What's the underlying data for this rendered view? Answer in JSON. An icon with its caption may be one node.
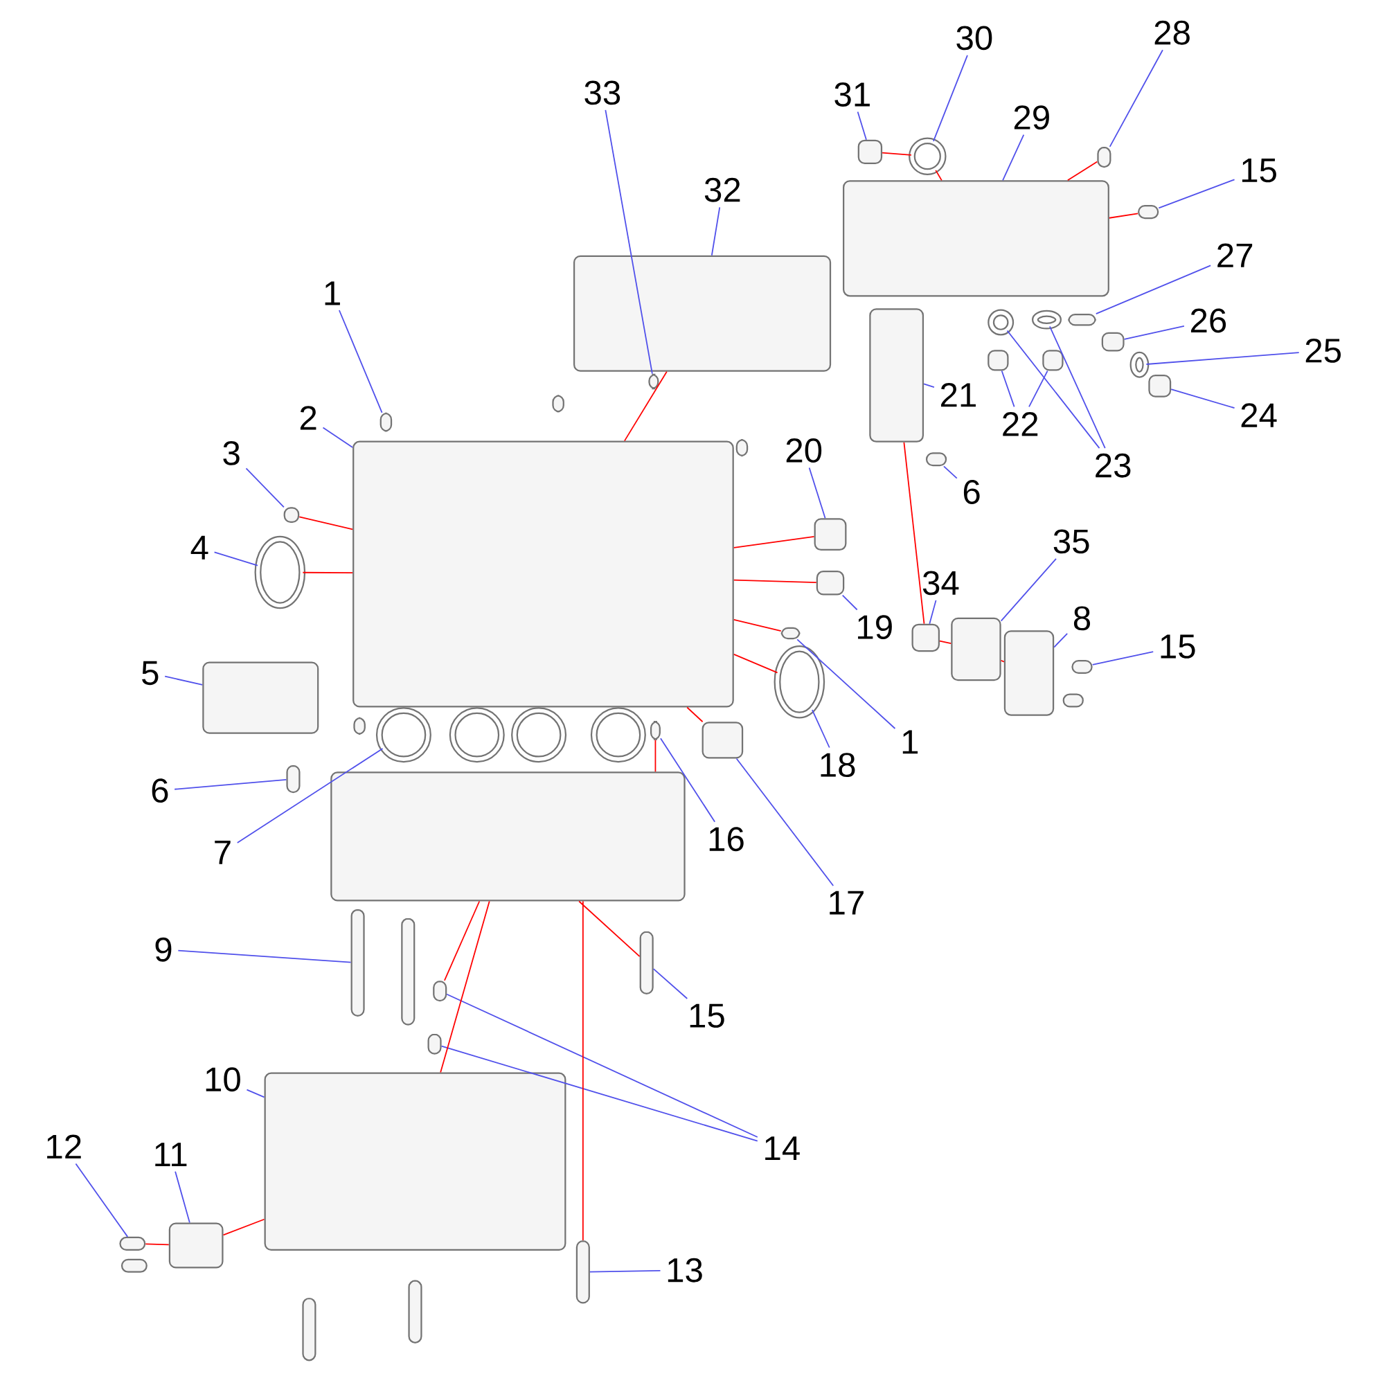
{
  "diagram": {
    "nodes": [
      {
        "text": [
          "1"
        ]
      },
      {
        "text": [],
        "shape": "box"
      },
      {
        "text": [
          "2"
        ]
      },
      {
        "text": [],
        "shape": "box"
      },
      {
        "text": [
          "3"
        ]
      },
      {
        "text": [],
        "shape": "box"
      },
      {
        "text": [
          "4"
        ]
      },
      {
        "text": [],
        "shape": "circle"
      },
      {
        "text": [
          "5"
        ]
      },
      {
        "text": [],
        "shape": "box"
      },
      {
        "text": [
          "6"
        ]
      },
      {
        "text": [],
        "shape": "box"
      },
      {
        "text": [
          "7"
        ]
      },
      {
        "text": [],
        "shape": "circle"
      },
      {
        "text": [
          "9"
        ]
      },
      {
        "text": [],
        "shape": "box"
      },
      {
        "text": [
          "10"
        ]
      },
      {
        "text": [],
        "shape": "box"
      },
      {
        "text": [
          "11"
        ]
      },
      {
        "text": [],
        "shape": "box"
      },
      {
        "text": [
          "12"
        ]
      },
      {
        "text": [],
        "shape": "box"
      },
      {
        "text": [
          "13"
        ]
      },
      {
        "text": [],
        "shape": "box"
      },
      {
        "text": [
          "14"
        ]
      },
      {
        "text": [],
        "shape": "box"
      },
      {
        "text": [],
        "shape": "box"
      },
      {
        "text": [
          "15"
        ]
      },
      {
        "text": [],
        "shape": "box"
      },
      {
        "text": [
          "15"
        ]
      },
      {
        "text": [],
        "shape": "box"
      },
      {
        "text": [
          "15"
        ]
      },
      {
        "text": [],
        "shape": "box"
      },
      {
        "text": [
          "16"
        ]
      },
      {
        "text": [],
        "shape": "box"
      },
      {
        "text": [
          "17"
        ]
      },
      {
        "text": [],
        "shape": "box"
      },
      {
        "text": [
          "18"
        ]
      },
      {
        "text": [],
        "shape": "circle"
      },
      {
        "text": [
          "19"
        ]
      },
      {
        "text": [],
        "shape": "box"
      },
      {
        "text": [
          "20"
        ]
      },
      {
        "text": [],
        "shape": "box"
      },
      {
        "text": [
          "1"
        ]
      },
      {
        "text": [],
        "shape": "box"
      },
      {
        "text": [
          "21"
        ]
      },
      {
        "text": [],
        "shape": "box"
      },
      {
        "text": [
          "22"
        ]
      },
      {
        "text": [],
        "shape": "box"
      },
      {
        "text": [],
        "shape": "box"
      },
      {
        "text": [
          "23"
        ]
      },
      {
        "text": [],
        "shape": "circle"
      },
      {
        "text": [],
        "shape": "circle"
      },
      {
        "text": [
          "24"
        ]
      },
      {
        "text": [],
        "shape": "box"
      },
      {
        "text": [
          "25"
        ]
      },
      {
        "text": [],
        "shape": "circle"
      },
      {
        "text": [
          "26"
        ]
      },
      {
        "text": [],
        "shape": "box"
      },
      {
        "text": [
          "27"
        ]
      },
      {
        "text": [],
        "shape": "box"
      },
      {
        "text": [
          "28"
        ]
      },
      {
        "text": [],
        "shape": "box"
      },
      {
        "text": [
          "29"
        ]
      },
      {
        "text": [],
        "shape": "box"
      },
      {
        "text": [
          "30"
        ]
      },
      {
        "text": [],
        "shape": "circle"
      },
      {
        "text": [
          "31"
        ]
      },
      {
        "text": [],
        "shape": "box"
      },
      {
        "text": [
          "32"
        ]
      },
      {
        "text": [],
        "shape": "box"
      },
      {
        "text": [
          "33"
        ]
      },
      {
        "text": [],
        "shape": "box"
      },
      {
        "text": [
          "34"
        ]
      },
      {
        "text": [],
        "shape": "box"
      },
      {
        "text": [
          "35"
        ]
      },
      {
        "text": [],
        "shape": "box"
      },
      {
        "text": [
          "8"
        ]
      },
      {
        "text": [],
        "shape": "box"
      },
      {
        "text": [
          "6"
        ]
      },
      {
        "text": [],
        "shape": "box"
      },
      {
        "text": [],
        "shape": "box"
      },
      {
        "text": [],
        "shape": "circle"
      },
      {
        "text": [],
        "shape": "circle"
      },
      {
        "text": [],
        "shape": "circle"
      },
      {
        "text": [],
        "shape": "box"
      },
      {
        "text": [],
        "shape": "box"
      },
      {
        "text": [],
        "shape": "box"
      },
      {
        "text": [],
        "shape": "box"
      },
      {
        "text": [],
        "shape": "box"
      },
      {
        "text": [],
        "shape": "box"
      },
      {
        "text": [],
        "shape": "box"
      },
      {
        "text": [],
        "shape": "box"
      }
    ],
    "edges": [
      {
        "from": 0,
        "to": 1,
        "arrow": "none"
      },
      {
        "from": 2,
        "to": 3,
        "arrow": "none"
      },
      {
        "from": 4,
        "to": 5,
        "arrow": "none"
      },
      {
        "from": 6,
        "to": 7,
        "arrow": "none"
      },
      {
        "from": 8,
        "to": 9,
        "arrow": "none"
      },
      {
        "from": 10,
        "to": 11,
        "arrow": "none"
      },
      {
        "from": 12,
        "to": 13,
        "arrow": "none"
      },
      {
        "from": 14,
        "to": 15,
        "arrow": "none"
      },
      {
        "from": 16,
        "to": 17,
        "arrow": "none"
      },
      {
        "from": 18,
        "to": 19,
        "arrow": "none"
      },
      {
        "from": 20,
        "to": 21,
        "arrow": "none"
      },
      {
        "from": 22,
        "to": 23,
        "arrow": "none"
      },
      {
        "from": 24,
        "to": 25,
        "arrow": "none"
      },
      {
        "from": 24,
        "to": 26,
        "arrow": "none"
      },
      {
        "from": 27,
        "to": 28,
        "arrow": "none"
      },
      {
        "from": 29,
        "to": 30,
        "arrow": "none"
      },
      {
        "from": 31,
        "to": 32,
        "arrow": "none"
      },
      {
        "from": 33,
        "to": 34,
        "arrow": "none"
      },
      {
        "from": 35,
        "to": 36,
        "arrow": "none"
      },
      {
        "from": 37,
        "to": 38,
        "arrow": "none"
      },
      {
        "from": 39,
        "to": 40,
        "arrow": "none"
      },
      {
        "from": 41,
        "to": 42,
        "arrow": "none"
      },
      {
        "from": 43,
        "to": 44,
        "arrow": "none"
      },
      {
        "from": 45,
        "to": 46,
        "arrow": "none"
      },
      {
        "from": 47,
        "to": 48,
        "arrow": "none"
      },
      {
        "from": 47,
        "to": 49,
        "arrow": "none"
      },
      {
        "from": 50,
        "to": 51,
        "arrow": "none"
      },
      {
        "from": 50,
        "to": 52,
        "arrow": "none"
      },
      {
        "from": 53,
        "to": 54,
        "arrow": "none"
      },
      {
        "from": 55,
        "to": 56,
        "arrow": "none"
      },
      {
        "from": 57,
        "to": 58,
        "arrow": "none"
      },
      {
        "from": 59,
        "to": 60,
        "arrow": "none"
      },
      {
        "from": 61,
        "to": 62,
        "arrow": "none"
      },
      {
        "from": 63,
        "to": 64,
        "arrow": "none"
      },
      {
        "from": 65,
        "to": 66,
        "arrow": "none"
      },
      {
        "from": 67,
        "to": 68,
        "arrow": "none"
      },
      {
        "from": 69,
        "to": 70,
        "arrow": "none"
      },
      {
        "from": 71,
        "to": 72,
        "arrow": "none"
      },
      {
        "from": 73,
        "to": 74,
        "arrow": "none"
      },
      {
        "from": 75,
        "to": 76,
        "arrow": "none"
      },
      {
        "from": 77,
        "to": 78,
        "arrow": "none"
      },
      {
        "from": 79,
        "to": 80,
        "arrow": "none"
      },
      {
        "from": 5,
        "to": 3,
        "arrow": "none",
        "color": "#ff0000"
      },
      {
        "from": 7,
        "to": 3,
        "arrow": "none",
        "color": "#ff0000"
      },
      {
        "from": 3,
        "to": 70,
        "arrow": "none",
        "color": "#ff0000"
      },
      {
        "from": 42,
        "to": 3,
        "arrow": "none",
        "color": "#ff0000"
      },
      {
        "from": 40,
        "to": 3,
        "arrow": "none",
        "color": "#ff0000"
      },
      {
        "from": 44,
        "to": 3,
        "arrow": "none",
        "color": "#ff0000"
      },
      {
        "from": 38,
        "to": 3,
        "arrow": "none",
        "color": "#ff0000"
      },
      {
        "from": 36,
        "to": 3,
        "arrow": "none",
        "color": "#ff0000"
      },
      {
        "from": 34,
        "to": 81,
        "arrow": "none",
        "color": "#ff0000"
      },
      {
        "from": 81,
        "to": 32,
        "arrow": "none",
        "color": "#ff0000"
      },
      {
        "from": 81,
        "to": 17,
        "arrow": "none",
        "color": "#ff0000"
      },
      {
        "from": 81,
        "to": 23,
        "arrow": "none",
        "color": "#ff0000"
      },
      {
        "from": 81,
        "to": 25,
        "arrow": "none",
        "color": "#ff0000"
      },
      {
        "from": 68,
        "to": 66,
        "arrow": "none",
        "color": "#ff0000"
      },
      {
        "from": 66,
        "to": 64,
        "arrow": "none",
        "color": "#ff0000"
      },
      {
        "from": 62,
        "to": 64,
        "arrow": "none",
        "color": "#ff0000"
      },
      {
        "from": 28,
        "to": 64,
        "arrow": "none",
        "color": "#ff0000"
      },
      {
        "from": 21,
        "to": 19,
        "arrow": "none",
        "color": "#ff0000"
      },
      {
        "from": 19,
        "to": 17,
        "arrow": "none",
        "color": "#ff0000"
      },
      {
        "from": 46,
        "to": 74,
        "arrow": "none",
        "color": "#ff0000"
      },
      {
        "from": 74,
        "to": 76,
        "arrow": "none",
        "color": "#ff0000"
      },
      {
        "from": 76,
        "to": 78,
        "arrow": "none",
        "color": "#ff0000"
      }
    ]
  }
}
